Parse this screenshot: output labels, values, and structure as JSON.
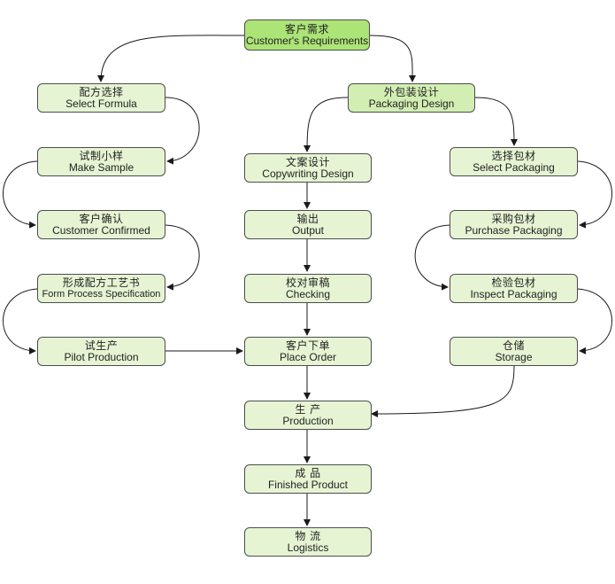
{
  "colors": {
    "top_node": "#ace477",
    "level2_node": "#d2eeb3",
    "node": "#e6f4d3",
    "line": "#1a1a1a"
  },
  "nodes": {
    "requirements": {
      "zh": "客户需求",
      "en": "Customer's Requirements"
    },
    "select_formula": {
      "zh": "配方选择",
      "en": "Select Formula"
    },
    "packaging_design": {
      "zh": "外包装设计",
      "en": "Packaging Design"
    },
    "make_sample": {
      "zh": "试制小样",
      "en": "Make Sample"
    },
    "copywriting": {
      "zh": "文案设计",
      "en": "Copywriting Design"
    },
    "select_packaging": {
      "zh": "选择包材",
      "en": "Select Packaging"
    },
    "customer_confirmed": {
      "zh": "客户确认",
      "en": "Customer Confirmed"
    },
    "output": {
      "zh": "输出",
      "en": "Output"
    },
    "purchase_packaging": {
      "zh": "采购包材",
      "en": "Purchase Packaging"
    },
    "process_spec": {
      "zh": "形成配方工艺书",
      "en": "Form Process Specification"
    },
    "checking": {
      "zh": "校对审稿",
      "en": "Checking"
    },
    "inspect_packaging": {
      "zh": "检验包材",
      "en": "Inspect Packaging"
    },
    "pilot_production": {
      "zh": "试生产",
      "en": "Pilot Production"
    },
    "place_order": {
      "zh": "客户下单",
      "en": "Place Order"
    },
    "storage": {
      "zh": "仓储",
      "en": "Storage"
    },
    "production": {
      "zh": "生 产",
      "en": "Production"
    },
    "finished_product": {
      "zh": "成 品",
      "en": "Finished Product"
    },
    "logistics": {
      "zh": "物 流",
      "en": "Logistics"
    }
  }
}
